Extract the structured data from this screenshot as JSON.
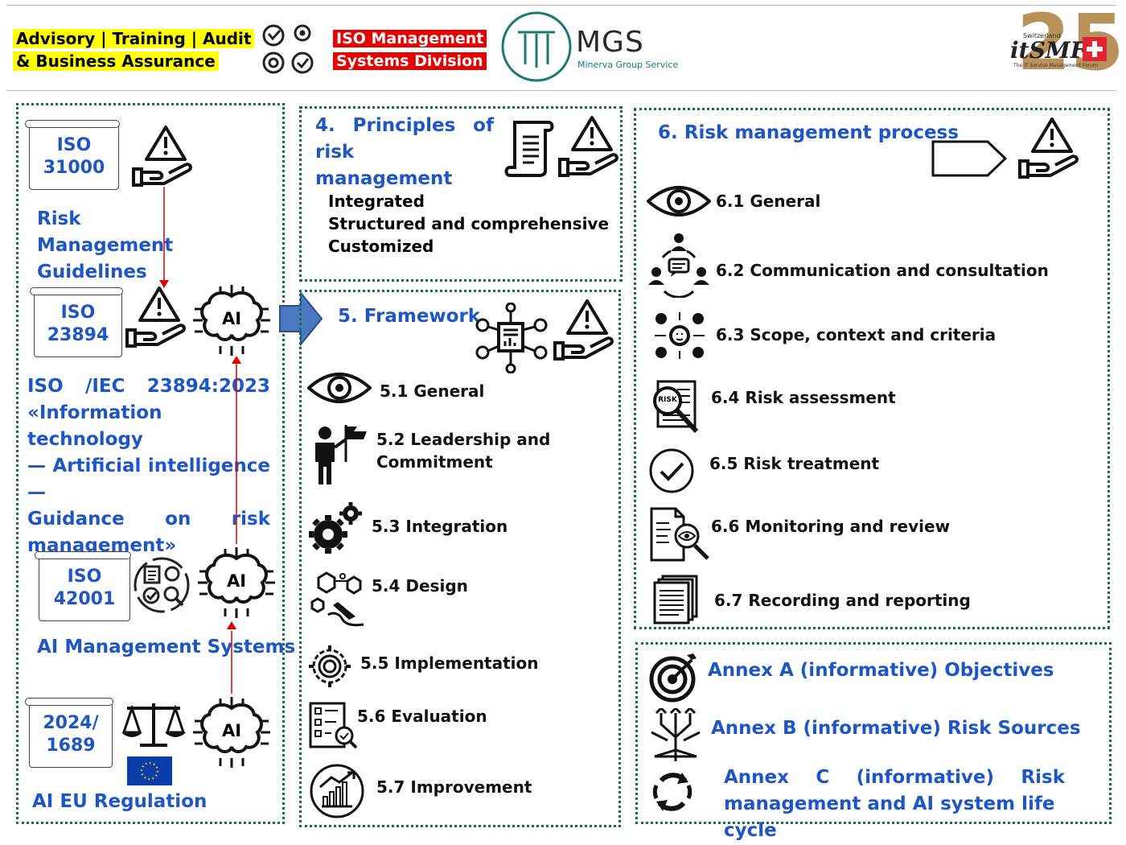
{
  "header": {
    "tagline_line1": "Advisory | Training | Audit",
    "tagline_line2": "& Business Assurance",
    "division_line1": "ISO Management",
    "division_line2": "Systems Division",
    "mgs_logo_text": "MGS",
    "mgs_logo_sub": "Minerva Group Service",
    "itsmf_big": "25",
    "itsmf_text": "itSMF",
    "itsmf_country": "Switzerland",
    "itsmf_sub": "The IT Service Management Forum"
  },
  "left_panel": {
    "iso31000": {
      "line1": "ISO",
      "line2": "31000",
      "caption_line1": "Risk Management",
      "caption_line2": "Guidelines"
    },
    "iso23894": {
      "line1": "ISO",
      "line2": "23894",
      "caption": [
        "ISO /IEC 23894:2023",
        "«Information technology",
        "— Artificial intelligence —",
        "Guidance on risk",
        "management»"
      ]
    },
    "iso42001": {
      "line1": "ISO",
      "line2": "42001",
      "caption": "AI Management Systems"
    },
    "eu": {
      "line1": "2024/",
      "line2": "1689",
      "caption": "AI EU Regulation"
    },
    "ai_label": "AI"
  },
  "principles": {
    "title_line1": "4. Principles of risk",
    "title_line2": "management",
    "items": [
      "Integrated",
      "Structured and comprehensive",
      "Customized"
    ]
  },
  "framework": {
    "title": "5. Framework",
    "items": [
      "5.1 General",
      "5.2 Leadership and",
      "Commitment",
      "5.3 Integration",
      "5.4 Design",
      "5.5 Implementation",
      "5.6 Evaluation",
      "5.7 Improvement"
    ]
  },
  "process": {
    "title": "6. Risk management process",
    "items": [
      "6.1 General",
      "6.2 Communication and consultation",
      "6.3 Scope, context and criteria",
      "6.4 Risk assessment",
      "6.5 Risk treatment",
      "6.6 Monitoring and review",
      "6.7 Recording and reporting"
    ],
    "risk_badge": "RISK"
  },
  "annexes": {
    "a": "Annex A (informative) Objectives",
    "b": "Annex B (informative) Risk Sources",
    "c_line1": "Annex C (informative) Risk",
    "c_line2": "management and AI system life cycle"
  },
  "colors": {
    "accent_blue": "#1f56c6",
    "panel_border": "#1a6b55",
    "highlight_yellow": "#ffff00",
    "highlight_red": "#e60000",
    "arrow_red": "#e00000",
    "arrow_blue": "#4a78c2"
  }
}
